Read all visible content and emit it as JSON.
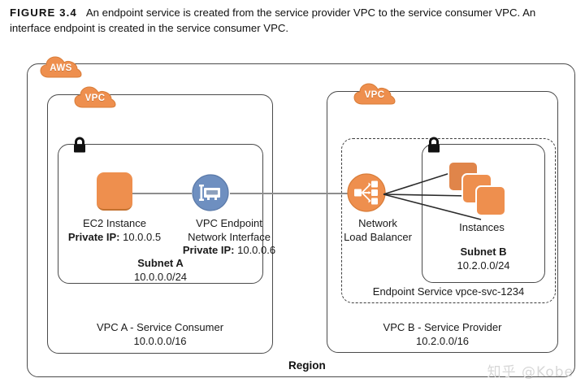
{
  "caption": {
    "figure_label": "FIGURE 3.4",
    "text": "An endpoint service is created from the service provider VPC to the service consumer VPC. An interface endpoint is created in the service consumer VPC."
  },
  "colors": {
    "aws_orange": "#EE8F4E",
    "nic_blue": "#6E8FC0",
    "border_gray": "#4a4a4a",
    "wire_gray": "#8d8d8d",
    "watermark_gray": "#d7d7d7"
  },
  "diagram": {
    "region": {
      "label": "Region"
    },
    "cloud_tags": {
      "aws": "AWS",
      "vpc_a": "VPC",
      "vpc_b": "VPC"
    },
    "consumer": {
      "vpc_name": "VPC A - Service Consumer",
      "vpc_cidr": "10.0.0.0/16",
      "subnet_name": "Subnet A",
      "subnet_cidr": "10.0.0.0/24",
      "ec2": {
        "name": "EC2 Instance",
        "ip_label": "Private IP:",
        "ip_value": "10.0.0.5"
      },
      "endpoint_nic": {
        "name_line1": "VPC Endpoint",
        "name_line2": "Network Interface",
        "ip_label": "Private IP:",
        "ip_value": "10.0.0.6"
      }
    },
    "provider": {
      "vpc_name": "VPC B - Service Provider",
      "vpc_cidr": "10.2.0.0/16",
      "subnet_name": "Subnet B",
      "subnet_cidr": "10.2.0.0/24",
      "endpoint_service": "Endpoint Service vpce-svc-1234",
      "load_balancer": {
        "name_line1": "Network",
        "name_line2": "Load Balancer"
      },
      "instances": {
        "name": "Instances",
        "count": 3
      }
    }
  },
  "watermark": "知乎 @Kobe"
}
